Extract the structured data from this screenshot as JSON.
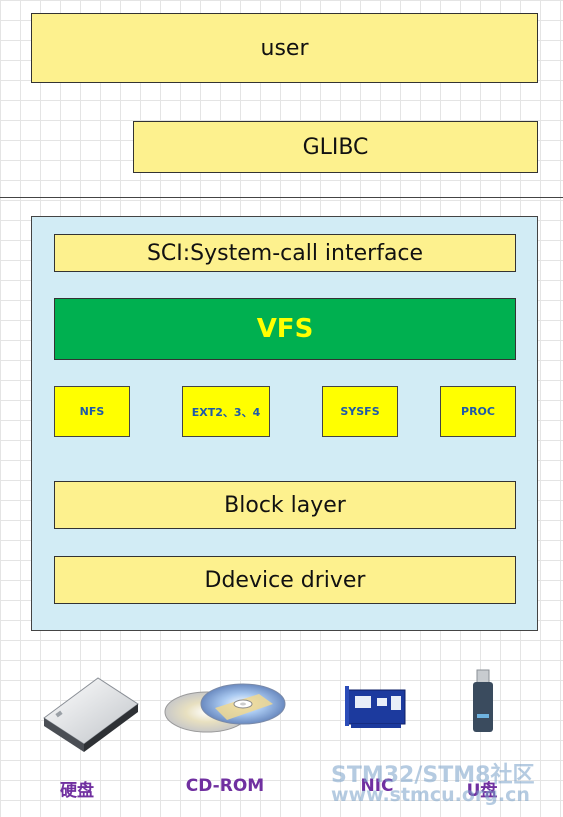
{
  "layers": {
    "user": "user",
    "glibc": "GLIBC",
    "sci": "SCI:System-call interface",
    "vfs": "VFS",
    "block": "Block layer",
    "driver": "Ddevice driver"
  },
  "filesystems": [
    "NFS",
    "EXT2、3、4",
    "SYSFS",
    "PROC"
  ],
  "devices": [
    {
      "label": "硬盘",
      "icon": "hard-disk-icon"
    },
    {
      "label": "CD-ROM",
      "icon": "cd-rom-icon"
    },
    {
      "label": "NIC",
      "icon": "nic-card-icon"
    },
    {
      "label": "U盘",
      "icon": "usb-drive-icon"
    }
  ],
  "watermark": {
    "line1": "STM32/STM8社区",
    "line2": "www.stmcu.org.cn"
  },
  "colors": {
    "layer_fill": "#fdf18e",
    "vfs_fill": "#00b050",
    "vfs_text": "#ffff00",
    "fs_fill": "#ffff00",
    "kernel_fill": "#d2ecf5",
    "device_label": "#7030a0"
  }
}
